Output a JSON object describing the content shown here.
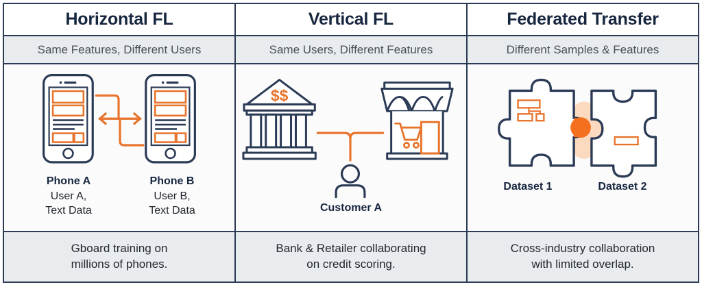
{
  "diagram": {
    "columns": [
      {
        "key": "horizontal",
        "title": "Horizontal FL",
        "subtitle": "Same Features, Different Users",
        "caption": "Gboard training on millions of phones.",
        "caption_line1": "Gboard training on",
        "caption_line2": "millions of phones.",
        "illustration": "two-phones-exchange",
        "labels": [
          {
            "bold": "Phone A",
            "line1": "User A,",
            "line2": "Text Data"
          },
          {
            "bold": "Phone B",
            "line1": "User B,",
            "line2": "Text Data"
          }
        ]
      },
      {
        "key": "vertical",
        "title": "Vertical FL",
        "subtitle": "Same Users, Different Features",
        "caption": "Bank & Retailer collaborating on credit scoring.",
        "caption_line1": "Bank & Retailer collaborating",
        "caption_line2": "on credit scoring.",
        "illustration": "bank-store-customer",
        "bank_symbol": "$$",
        "labels": [
          {
            "bold": "Customer A",
            "line1": "",
            "line2": ""
          }
        ]
      },
      {
        "key": "federated-transfer",
        "title": "Federated Transfer",
        "subtitle": "Different Samples & Features",
        "caption": "Cross-industry collaboration with limited overlap.",
        "caption_line1": "Cross-industry collaboration",
        "caption_line2": "with limited overlap.",
        "illustration": "two-puzzle-pieces",
        "labels": [
          {
            "bold": "Dataset 1",
            "line1": "",
            "line2": ""
          },
          {
            "bold": "Dataset 2",
            "line1": "",
            "line2": ""
          }
        ]
      }
    ],
    "colors": {
      "navy": "#2b3a55",
      "navy_text": "#17263f",
      "orange": "#e8742c",
      "orange_fill": "#f4701f",
      "overlap_glow": "#fbd4b4",
      "row_gray": "#e9ecef",
      "white": "#ffffff"
    }
  }
}
